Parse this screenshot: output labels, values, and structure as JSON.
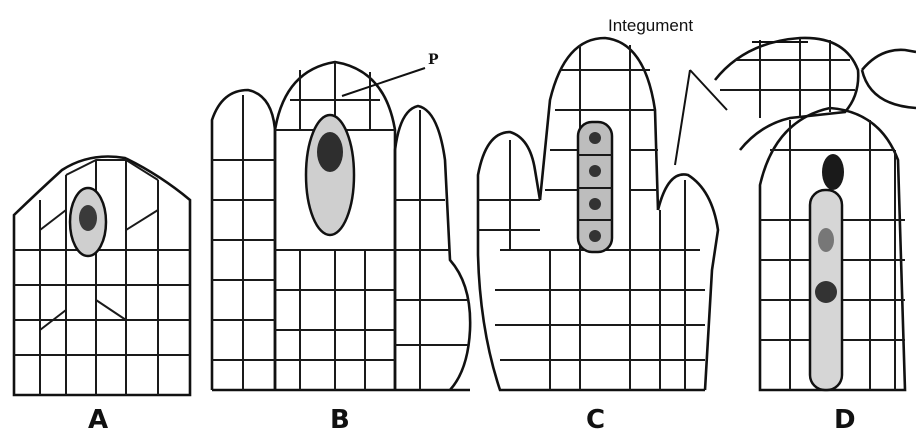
{
  "stages": [
    {
      "id": "A",
      "label": "A"
    },
    {
      "id": "B",
      "label": "B"
    },
    {
      "id": "C",
      "label": "C"
    },
    {
      "id": "D",
      "label": "D"
    }
  ],
  "annotations": {
    "integument": "Integument",
    "p_marker": "P"
  }
}
